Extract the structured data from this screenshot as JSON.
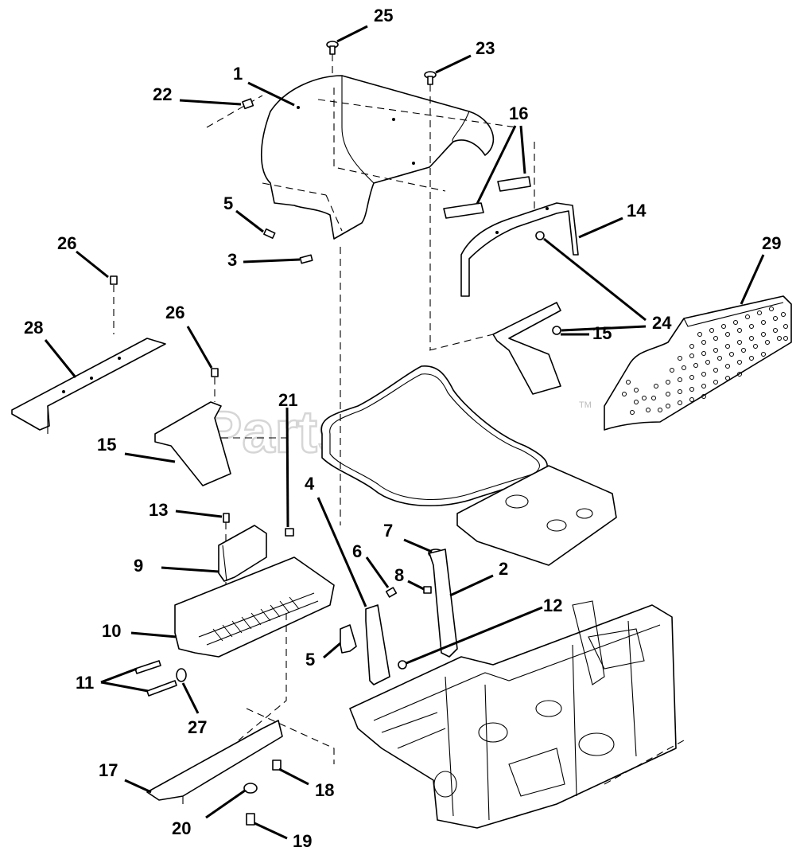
{
  "watermark": "PartsTree",
  "trademark": "TM",
  "labels": [
    {
      "id": "25",
      "text": "25"
    },
    {
      "id": "23",
      "text": "23"
    },
    {
      "id": "1",
      "text": "1"
    },
    {
      "id": "22",
      "text": "22"
    },
    {
      "id": "16",
      "text": "16"
    },
    {
      "id": "5a",
      "text": "5"
    },
    {
      "id": "14",
      "text": "14"
    },
    {
      "id": "3",
      "text": "3"
    },
    {
      "id": "29",
      "text": "29"
    },
    {
      "id": "26a",
      "text": "26"
    },
    {
      "id": "24",
      "text": "24"
    },
    {
      "id": "28",
      "text": "28"
    },
    {
      "id": "26b",
      "text": "26"
    },
    {
      "id": "15a",
      "text": "15"
    },
    {
      "id": "21",
      "text": "21"
    },
    {
      "id": "15b",
      "text": "15"
    },
    {
      "id": "4",
      "text": "4"
    },
    {
      "id": "13",
      "text": "13"
    },
    {
      "id": "7",
      "text": "7"
    },
    {
      "id": "6",
      "text": "6"
    },
    {
      "id": "2",
      "text": "2"
    },
    {
      "id": "9",
      "text": "9"
    },
    {
      "id": "8",
      "text": "8"
    },
    {
      "id": "12",
      "text": "12"
    },
    {
      "id": "10",
      "text": "10"
    },
    {
      "id": "5b",
      "text": "5"
    },
    {
      "id": "11",
      "text": "11"
    },
    {
      "id": "27",
      "text": "27"
    },
    {
      "id": "17",
      "text": "17"
    },
    {
      "id": "18",
      "text": "18"
    },
    {
      "id": "20",
      "text": "20"
    },
    {
      "id": "19",
      "text": "19"
    }
  ]
}
